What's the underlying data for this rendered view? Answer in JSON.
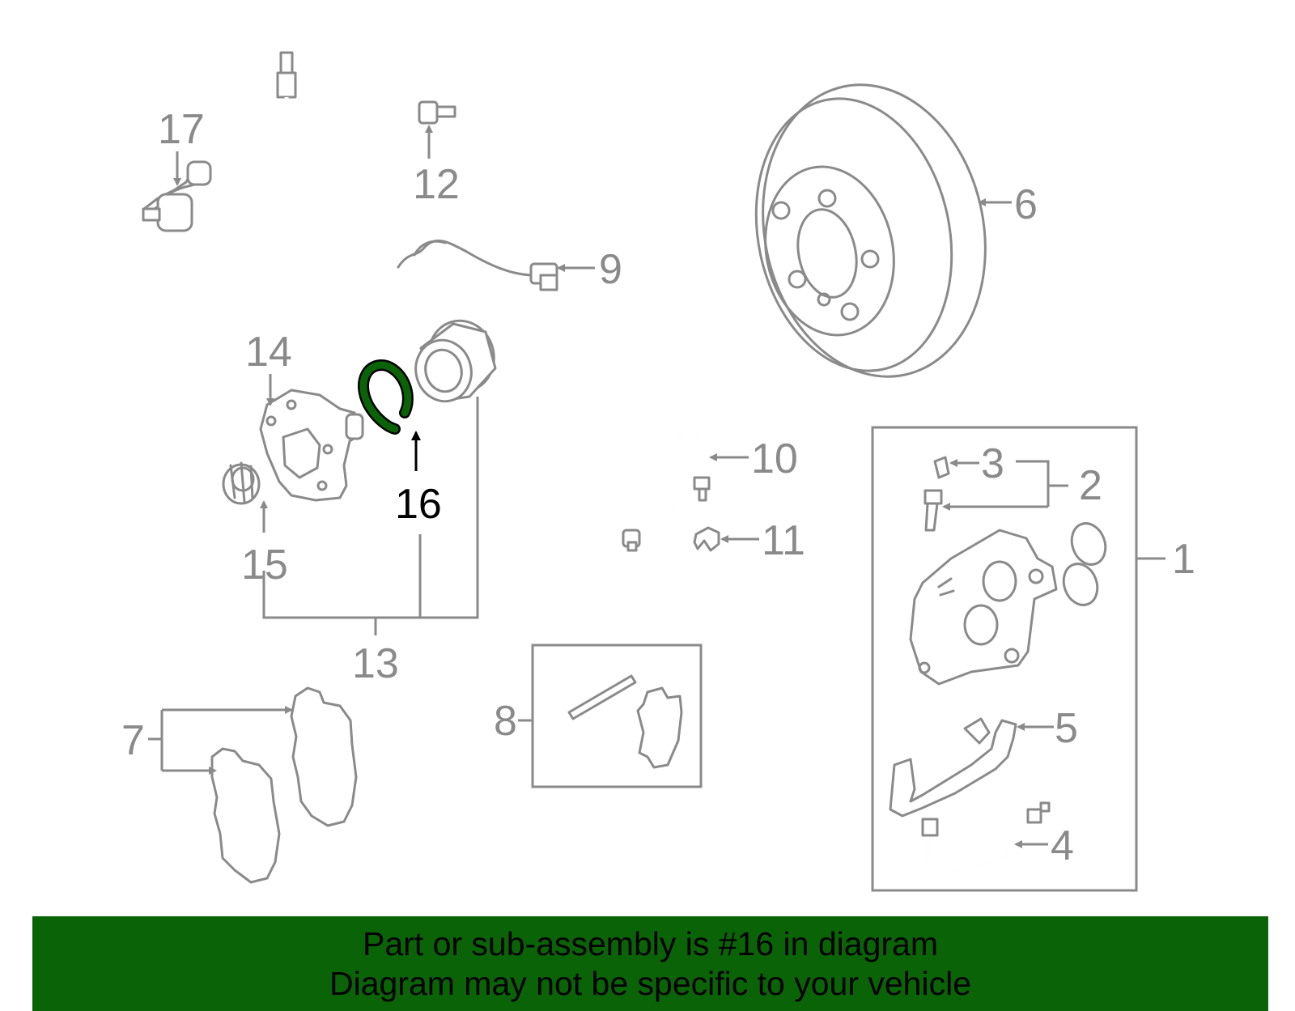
{
  "diagram": {
    "callouts": [
      "1",
      "2",
      "3",
      "4",
      "5",
      "6",
      "7",
      "8",
      "9",
      "10",
      "11",
      "12",
      "13",
      "14",
      "15",
      "16",
      "17"
    ],
    "highlighted_part": "16",
    "highlight_color": "#0b6308",
    "line_color": "#8a8a8a"
  },
  "banner": {
    "line1": "Part or sub-assembly is #16 in diagram",
    "line2": "Diagram may not be specific to your vehicle",
    "background_color": "#0b6308"
  }
}
